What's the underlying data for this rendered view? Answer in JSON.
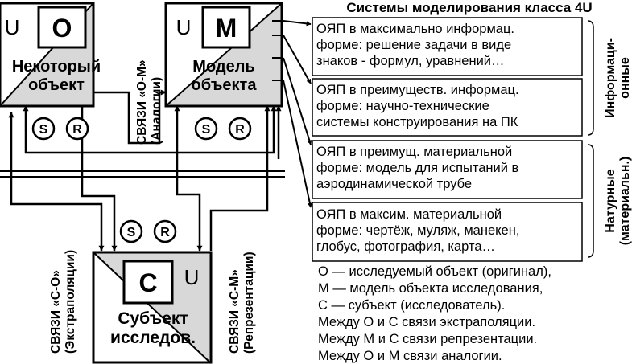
{
  "title": "Системы моделирования класса 4U",
  "blocks": {
    "object": {
      "letter": "О",
      "corner": "U",
      "line1": "Некоторый",
      "line2": "объект"
    },
    "model": {
      "letter": "М",
      "corner": "U",
      "line1": "Модель",
      "line2": "объекта"
    },
    "subject": {
      "letter": "С",
      "corner": "U",
      "line1": "Субъект",
      "line2": "исследов."
    }
  },
  "markers": {
    "s": "S",
    "r": "R"
  },
  "links": {
    "om": {
      "line1": "СВЯЗИ «О-М»",
      "line2": "(Аналогии)"
    },
    "co": {
      "line1": "СВЯЗИ «С-О»",
      "line2": "(Экстраполяции)"
    },
    "cm": {
      "line1": "СВЯЗИ «С-М»",
      "line2": "(Репрезентации)"
    }
  },
  "systems": [
    {
      "lines": [
        "ОЯП в максимально информац.",
        "форме: решение задачи в виде",
        "знаков - формул, уравнений…"
      ]
    },
    {
      "lines": [
        "ОЯП в преимуществ. информац.",
        "форме: научно-технические",
        "системы конструирования на ПК"
      ]
    },
    {
      "lines": [
        "ОЯП в преимущ. материальной",
        "форме: модель для испытаний в",
        "аэродинамической трубе"
      ]
    },
    {
      "lines": [
        "ОЯП в максим. материальной",
        "форме: чертёж, муляж, манекен,",
        "глобус, фотография, карта…"
      ]
    }
  ],
  "groups": {
    "informational": {
      "line1": "Информаци-",
      "line2": "онные"
    },
    "natural": {
      "line1": "Натурные",
      "line2": "(материальн.)"
    }
  },
  "legend": [
    "О — исследуемый объект (оригинал),",
    "М — модель объекта исследования,",
    "С — субъект (исследователь).",
    "Между О и С связи экстраполяции.",
    "Между М и С связи репрезентации.",
    "Между О и М связи аналогии."
  ],
  "colors": {
    "ink": "#000000",
    "shade": "#d8d8d8",
    "paper": "#ffffff"
  }
}
